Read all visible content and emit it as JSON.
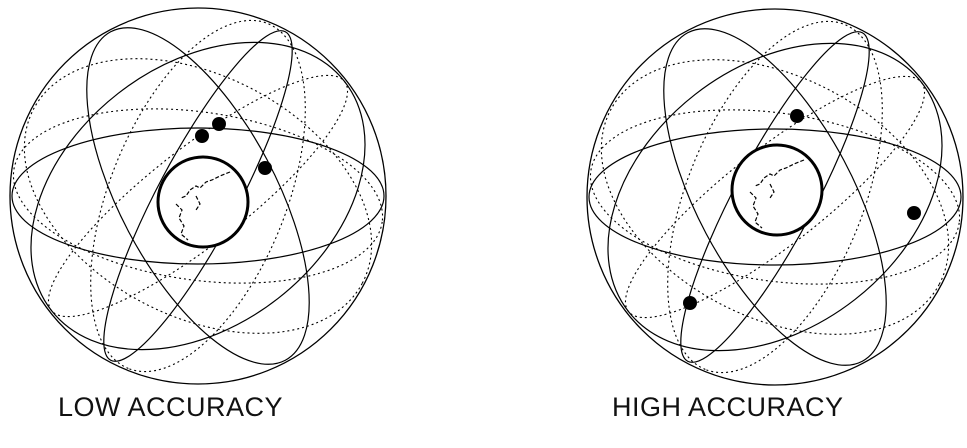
{
  "panels": [
    {
      "caption": "LOW ACCURACY",
      "satellite_count": 3
    },
    {
      "caption": "HIGH ACCURACY",
      "satellite_count": 3
    }
  ],
  "colors": {
    "ink": "#000000",
    "background": "#ffffff"
  }
}
